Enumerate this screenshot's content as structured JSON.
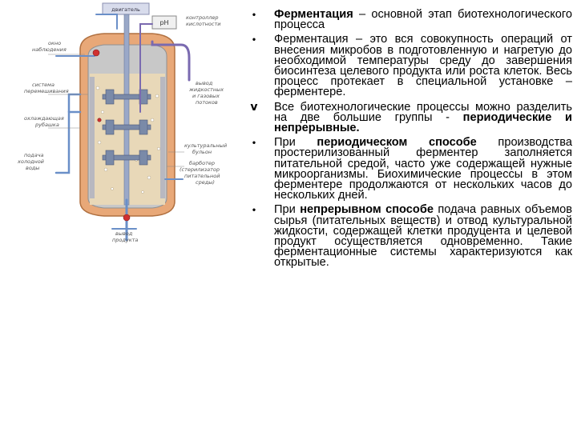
{
  "diagram": {
    "labels": {
      "motor": "двигатель",
      "ph": "pH",
      "ph_controller": "контроллер\nкислотности",
      "observation_window": "окно\nнаблюдения",
      "mixer_system": "система\nперемешивания",
      "cooling_jacket": "охлаждающая\nрубашка",
      "cold_water_inlet": "подача\nхолодной\nводы",
      "product_outlet": "вывод\nпродукта",
      "liquid_gas_outlet": "вывод\nжидкостных\nи газовых\nпотоков",
      "culture_bubbles": "культуральный\nбульон",
      "sparger": "барботер\n(стерилизатор\nпитательной\nсреды)"
    },
    "colors": {
      "vessel": "#e8a878",
      "inner": "#c8c8c8",
      "liquid": "#e8d8b8",
      "pipe_blue": "#6a8fc8",
      "pipe_purple": "#7a6ab0",
      "shaft": "#9aa8c8",
      "red": "#d03030"
    }
  },
  "bullets": [
    {
      "marker": "•",
      "parts": [
        {
          "text": "Ферментация",
          "bold": true
        },
        {
          "text": " – основной этап биотехнологического процесса",
          "bold": false
        }
      ]
    },
    {
      "marker": "•",
      "parts": [
        {
          "text": "Ферментация – это вся совокупность операций от внесения микробов в подготовленную и нагретую до необходимой температуры среду до завершения биосинтеза целевого продукта или роста клеток. Весь процесс протекает в специальной установке – ферментере.",
          "bold": false
        }
      ]
    },
    {
      "marker": "v",
      "parts": [
        {
          "text": "Все биотехнологические процессы можно разделить на две большие группы - ",
          "bold": false
        },
        {
          "text": "периодические и непрерывные.",
          "bold": true
        }
      ]
    },
    {
      "marker": "•",
      "parts": [
        {
          "text": "При ",
          "bold": false
        },
        {
          "text": "периодическом способе",
          "bold": true
        },
        {
          "text": " производства простерилизованный ферментер заполняется питательной средой, часто уже содержащей нужные микроорганизмы. Биохимические процессы в этом ферментере продолжаются от нескольких часов до нескольких дней.",
          "bold": false
        }
      ]
    },
    {
      "marker": "•",
      "parts": [
        {
          "text": "При ",
          "bold": false
        },
        {
          "text": "непрерывном способе",
          "bold": true
        },
        {
          "text": " подача равных объемов сырья (питательных веществ) и отвод культуральной жидкости, содержащей клетки продуцента и целевой продукт осуществляется одновременно. Такие ферментационные системы характеризуются как открытые.",
          "bold": false
        }
      ]
    }
  ]
}
